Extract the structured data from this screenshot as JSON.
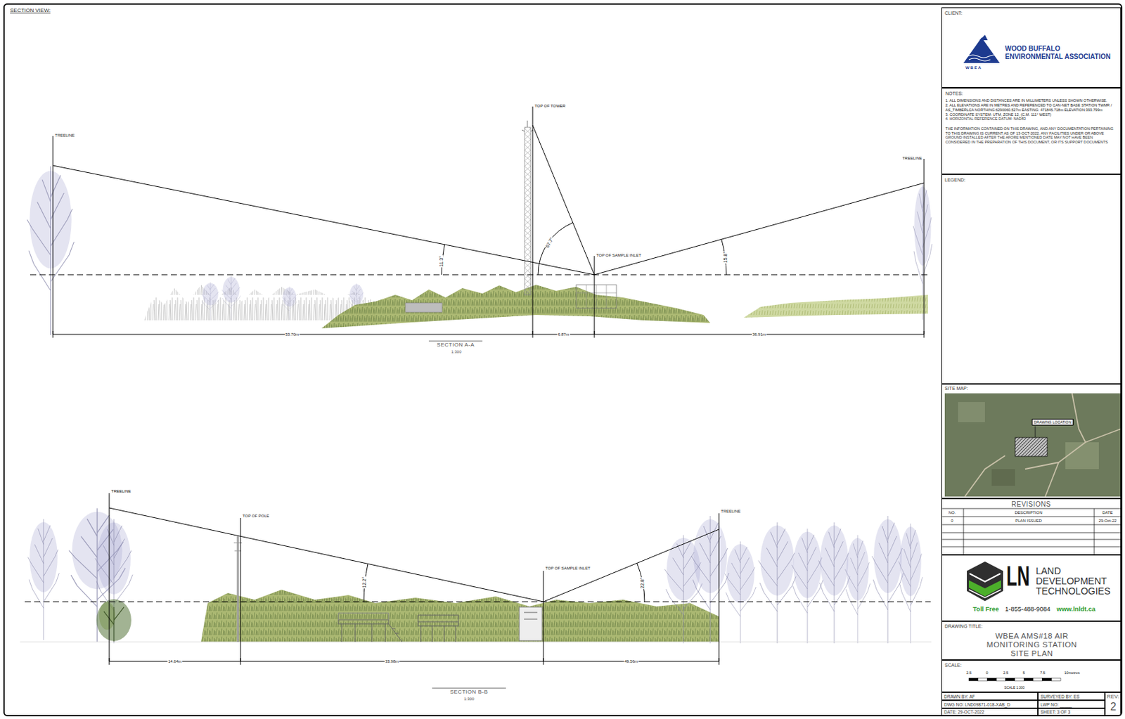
{
  "diagram": {
    "title": "SECTION VIEW:",
    "nodes": [
      {
        "text": [
          "CLIENT:",
          "WOOD BUFFALO ENVIRONMENTAL ASSOCIATION",
          "W B E A"
        ]
      },
      {
        "text": [
          "NOTES:",
          "1. ALL DIMENSIONS AND DISTANCES ARE IN MILLIMETERS UNLESS SHOWN OTHERWISE.",
          "2. ALL ELEVATIONS ARE IN METRES AND REFERENCED TO CAN-NET BASE STATION TWMR / AS_TIMBERLCA NORTHING:6290060.527m EASTING: 471845.718m ELEVATION:393.799m",
          "3. COORDINATE SYSTEM: UTM, ZONE 12, (C.M. 111° WEST)",
          "4. HORIZONTAL REFERENCE DATUM: NAD83",
          "THE INFORMATION CONTAINED ON THIS DRAWING, AND ANY DOCUMENTATION PERTAINING TO THIS DRAWING IS CURRENT AS OF 13-OCT-2022. ANY FACILITIES UNDER OR ABOVE GROUND INSTALLED AFTER THE AFORE MENTIONED DATE MAY NOT HAVE BEEN CONSIDERED IN THE PREPARATION OF THIS DOCUMENT, OR ITS SUPPORT DOCUMENTS"
        ]
      },
      {
        "text": [
          "LEGEND:"
        ]
      },
      {
        "text": [
          "SITE MAP:",
          "DRAWING LOCATION"
        ]
      },
      {
        "text": [
          "REVISIONS"
        ]
      },
      {
        "text": [
          "LN",
          "LAND DEVELOPMENT TECHNOLOGIES",
          "Toll Free",
          "1-855-488-9084",
          "www.lnldt.ca"
        ]
      },
      {
        "text": [
          "DRAWING TITLE:",
          "WBEA AMS#18 AIR MONITORING STATION SITE PLAN"
        ]
      },
      {
        "text": [
          "SCALE:"
        ]
      },
      {
        "text": [
          "DRAWN BY: AF"
        ]
      },
      {
        "text": [
          "SURVEYED BY: ES"
        ]
      },
      {
        "text": [
          "REV:",
          "2"
        ]
      },
      {
        "text": [
          "DWG NO: LND09871-018-XAB_D"
        ]
      },
      {
        "text": [
          "LWP NO: _____"
        ]
      },
      {
        "text": [
          "DATE: 29-OCT-2022"
        ]
      },
      {
        "text": [
          "SHEET: 3 OF 3"
        ]
      }
    ],
    "labels": [
      "TREELINE",
      "TOP OF TOWER",
      "TOP OF SAMPLE INLET",
      "TREELINE",
      "11.3°",
      "67.7°",
      "15.8°",
      "53.70m",
      "6.87m",
      "36.91m",
      "SECTION A-A",
      "1:300",
      "TREELINE",
      "TOP OF POLE",
      "TOP OF SAMPLE INLET",
      "TREELINE",
      "12.2°",
      "22.8°",
      "14.64m",
      "33.98m",
      "49.56m",
      "SECTION B-B",
      "1:300",
      "NO.",
      "DESCRIPTION",
      "DATE",
      "0",
      "PLAN ISSUED",
      "29-Oct-22",
      "2.5",
      "0",
      "2.5",
      "5",
      "7.5",
      "10metres",
      "SCALE 1:300"
    ]
  }
}
